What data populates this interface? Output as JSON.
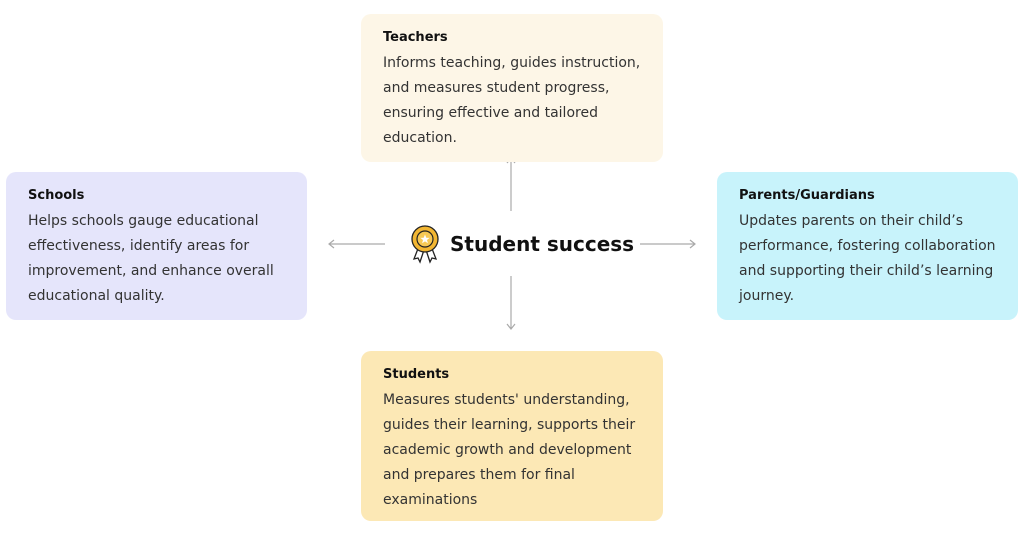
{
  "center": {
    "label": "Student success",
    "icon": "award-badge-icon"
  },
  "cards": {
    "teachers": {
      "title": "Teachers",
      "lines": [
        "Informs teaching, guides instruction,",
        "and measures student progress,",
        "ensuring effective and tailored",
        "education."
      ]
    },
    "schools": {
      "title": "Schools",
      "lines": [
        "Helps schools gauge educational",
        "effectiveness, identify areas for",
        "improvement, and enhance overall",
        "educational quality."
      ]
    },
    "parents": {
      "title": "Parents/Guardians",
      "lines": [
        "Updates parents on their child’s",
        "performance, fostering collaboration",
        "and supporting their child’s learning",
        "journey."
      ]
    },
    "students": {
      "title": "Students",
      "lines": [
        "Measures students' understanding,",
        "guides their learning, supports their",
        "academic growth and development",
        "and prepares them for final",
        "examinations"
      ]
    }
  },
  "colors": {
    "teachers": "#fdf6e7",
    "schools": "#e5e5fb",
    "parents": "#c8f3fb",
    "students": "#fce8b5",
    "accent": "#f2b632"
  }
}
